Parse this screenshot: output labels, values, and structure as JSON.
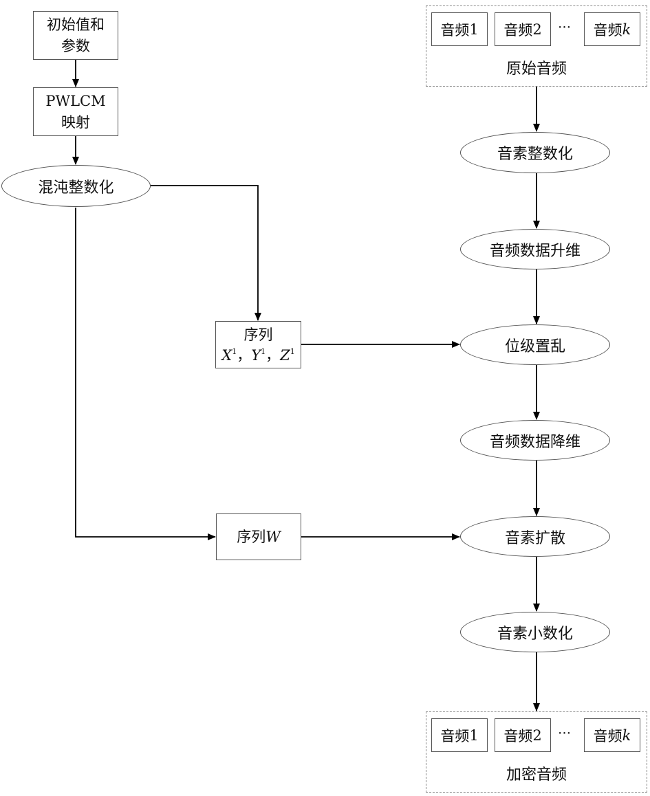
{
  "left": {
    "init_line1": "初始值和",
    "init_line2": "参数",
    "pwlcm_line1": "PWLCM",
    "pwlcm_line2": "映射",
    "chaos_int": "混沌整数化",
    "seq_xyz_title": "序列",
    "seq_xyz_x": "X",
    "seq_xyz_y": "Y",
    "seq_xyz_z": "Z",
    "seq_sup": "1",
    "seq_sep": "，",
    "seq_w_prefix": "序列",
    "seq_w_var": "W"
  },
  "right": {
    "source_group_label": "原始音频",
    "audio_items": [
      {
        "prefix": "音频",
        "index": "1",
        "italic": false
      },
      {
        "prefix": "音频",
        "index": "2",
        "italic": false
      },
      {
        "prefix": "音频",
        "index": "k",
        "italic": true
      }
    ],
    "ellipsis": "···",
    "steps": [
      "音素整数化",
      "音频数据升维",
      "位级置乱",
      "音频数据降维",
      "音素扩散",
      "音素小数化"
    ],
    "output_group_label": "加密音频"
  }
}
